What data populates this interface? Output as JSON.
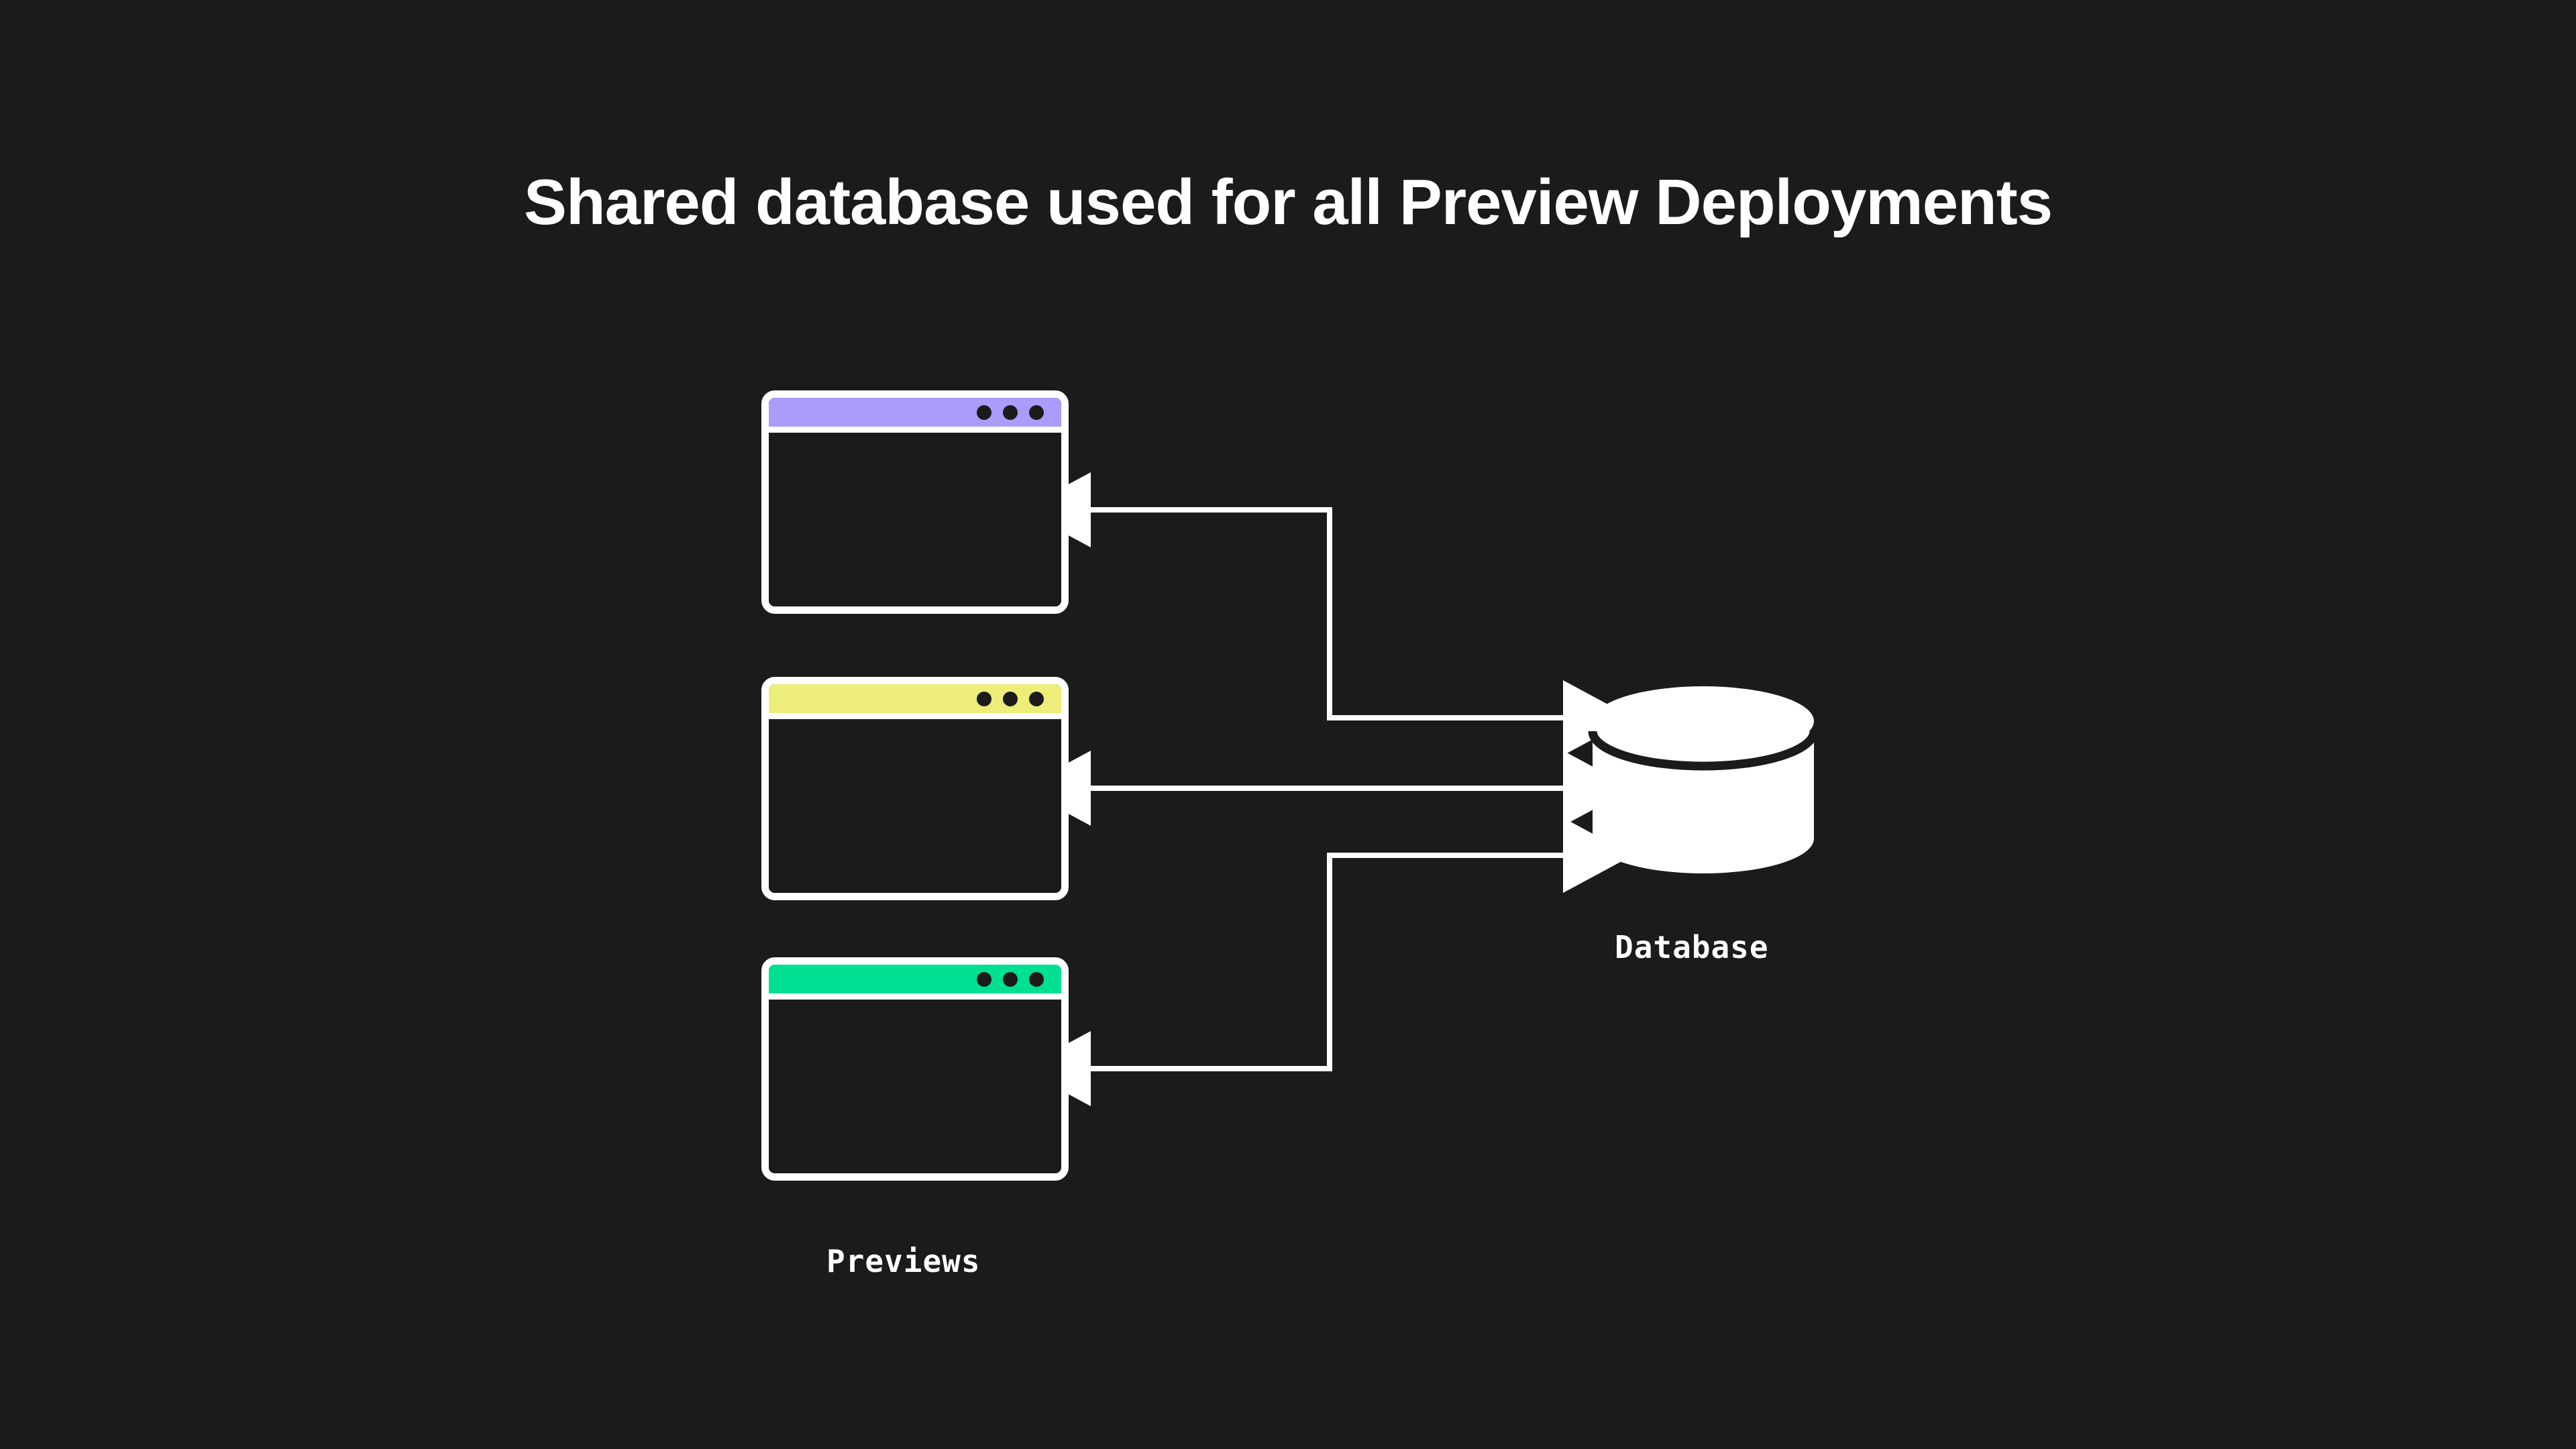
{
  "background_color": "#1b1b1b",
  "title": "Shared database used for all Preview Deployments",
  "labels": {
    "previews": "Previews",
    "database": "Database"
  },
  "colors": {
    "background": "#1b1b1b",
    "stroke": "#ffffff",
    "purple": "#ab9bfb",
    "yellow": "#eded79",
    "green": "#00e093",
    "title_text": "#ffffff",
    "label_text": "#ffffff",
    "dot": "#1b1b1b"
  },
  "windows": [
    {
      "id": "purple",
      "name": "preview-window-purple",
      "accent_color": "#ab9bfb",
      "dots": 3
    },
    {
      "id": "yellow",
      "name": "preview-window-yellow",
      "accent_color": "#eded79",
      "dots": 3
    },
    {
      "id": "green",
      "name": "preview-window-green",
      "accent_color": "#00e093",
      "dots": 3
    }
  ],
  "database": {
    "shape": "cylinder",
    "fill": "#ffffff",
    "label": "Database"
  },
  "connectors": [
    {
      "id": "purple-to-database",
      "from": "preview-window-purple",
      "to": "database",
      "direction": "bidirectional",
      "style": "elbow"
    },
    {
      "id": "yellow-to-database",
      "from": "preview-window-yellow",
      "to": "database",
      "direction": "bidirectional",
      "style": "straight"
    },
    {
      "id": "green-to-database",
      "from": "preview-window-green",
      "to": "database",
      "direction": "bidirectional",
      "style": "elbow"
    }
  ]
}
